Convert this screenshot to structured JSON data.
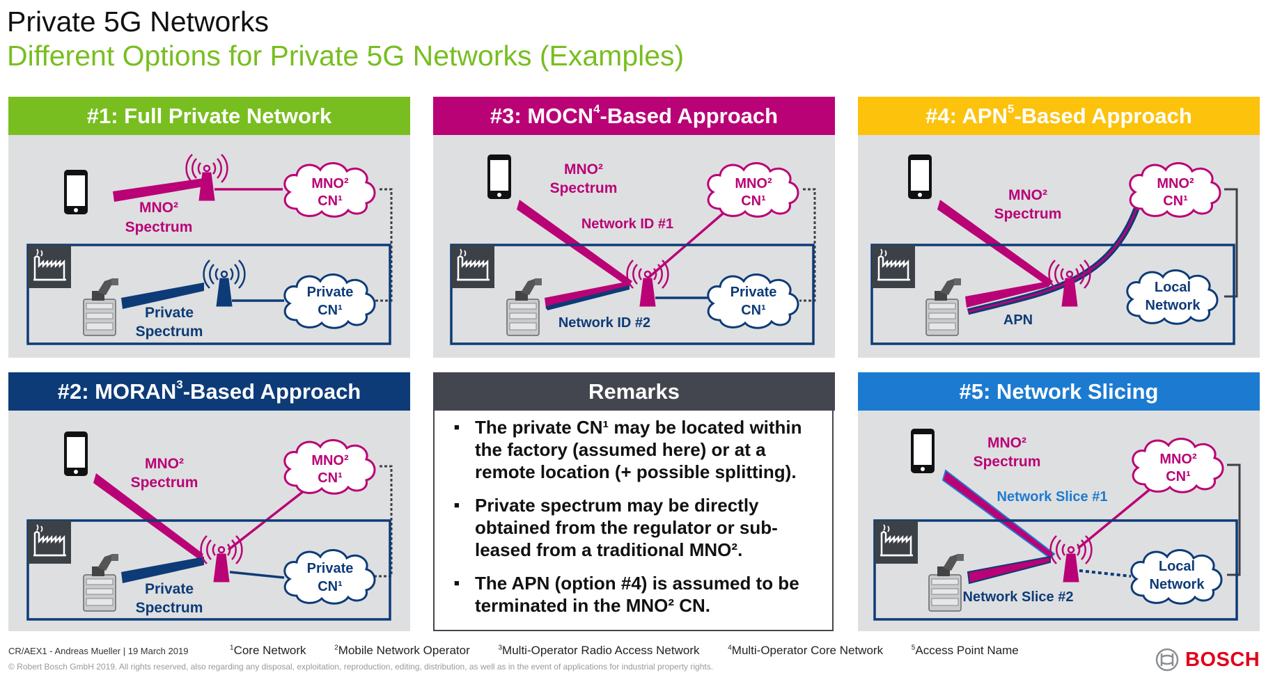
{
  "header": {
    "title": "Private 5G Networks",
    "subtitle": "Different Options for Private 5G Networks (Examples)"
  },
  "colors": {
    "green": "#78be20",
    "magenta": "#b90276",
    "yellow": "#fcc20c",
    "navy": "#0d3b78",
    "slate": "#43464e",
    "blue": "#1c7bd0",
    "panel": "#dedfe0",
    "bosch_red": "#e2001a"
  },
  "panels": {
    "p1": {
      "title": "#1: Full Private Network"
    },
    "p2": {
      "title_main": "#2: MORAN",
      "title_sup": "3",
      "title_rest": "-Based Approach"
    },
    "p3": {
      "title_main": "#3: MOCN",
      "title_sup": "4",
      "title_rest": "-Based Approach"
    },
    "p4": {
      "title_main": "#4: APN",
      "title_sup": "5",
      "title_rest": "-Based Approach"
    },
    "p5": {
      "title": "#5: Network Slicing"
    },
    "remarks": {
      "title": "Remarks"
    }
  },
  "labels": {
    "mno_cn": "MNO² CN¹",
    "mno_cn_line1": "MNO²",
    "mno_cn_line2": "CN¹",
    "private_cn_line1": "Private",
    "private_cn_line2": "CN¹",
    "mno_spectrum_line1": "MNO²",
    "mno_spectrum_line2": "Spectrum",
    "private_spectrum_line1": "Private",
    "private_spectrum_line2": "Spectrum",
    "network_id_1": "Network ID #1",
    "network_id_2": "Network ID #2",
    "apn": "APN",
    "local_network_line1": "Local",
    "local_network_line2": "Network",
    "network_slice_1": "Network Slice #1",
    "network_slice_2": "Network Slice #2"
  },
  "remarks": [
    "The private CN¹ may be located within the factory (assumed here) or at a remote location (+ possible splitting).",
    "Private spectrum may be directly obtained from the regulator or sub-leased from a traditional MNO².",
    "The APN (option #4) is assumed to be terminated in the MNO² CN."
  ],
  "footer": {
    "author": "CR/AEX1 - Andreas Mueller | 19 March 2019",
    "footnotes": [
      {
        "num": "1",
        "text": "Core Network"
      },
      {
        "num": "2",
        "text": "Mobile Network Operator"
      },
      {
        "num": "3",
        "text": "Multi-Operator Radio Access Network"
      },
      {
        "num": "4",
        "text": "Multi-Operator Core Network"
      },
      {
        "num": "5",
        "text": "Access Point Name"
      }
    ],
    "copyright": "© Robert Bosch GmbH 2019. All rights reserved, also regarding any disposal, exploitation, reproduction, editing, distribution, as well as in the event of applications for industrial property rights.",
    "logo": "BOSCH"
  }
}
